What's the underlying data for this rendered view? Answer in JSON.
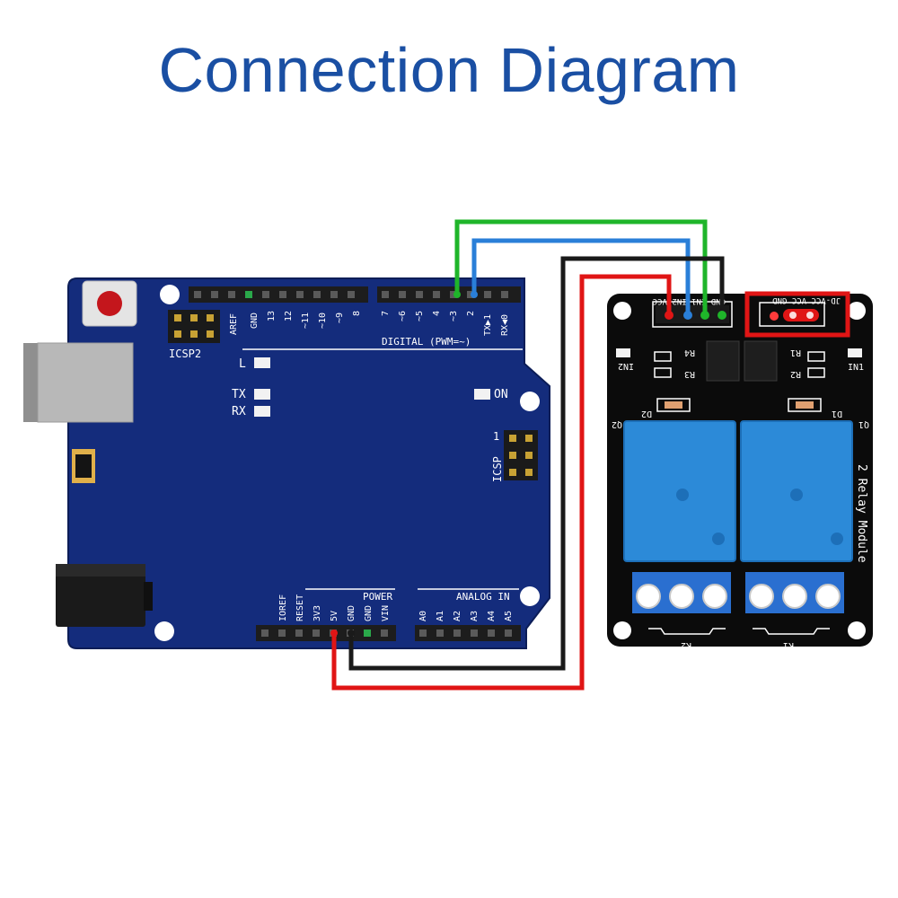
{
  "title": "Connection Diagram",
  "colors": {
    "title": "#1a4fa3",
    "arduino_board": "#142c7c",
    "relay_board": "#0b0b0b",
    "relay": "#2c8ad8",
    "terminal": "#2a6fd0",
    "wire_green": "#1fb52a",
    "wire_blue": "#2a7fd8",
    "wire_black": "#1a1a1a",
    "wire_red": "#e01515",
    "highlight": "#e01515"
  },
  "arduino": {
    "aref": "AREF",
    "gnd": "GND",
    "d13": "13",
    "d12": "12",
    "d11": "~11",
    "d10": "~10",
    "d9": "~9",
    "d8": "8",
    "d7": "7",
    "d6": "~6",
    "d5": "~5",
    "d4": "4",
    "d3": "~3",
    "d2": "2",
    "tx1": "TX▶1",
    "rx0": "RX◀0",
    "digital_label": "DIGITAL (PWM=~)",
    "icsp2": "ICSP2",
    "led_l": "L",
    "led_tx": "TX",
    "led_rx": "RX",
    "led_on": "ON",
    "icsp": "ICSP",
    "icsp_pin1": "1",
    "power_label": "POWER",
    "analog_label": "ANALOG IN",
    "ioref": "IOREF",
    "reset": "RESET",
    "v3": "3V3",
    "v5": "5V",
    "gnd1": "GND",
    "gnd2": "GND",
    "vin": "VIN",
    "a0": "A0",
    "a1": "A1",
    "a2": "A2",
    "a3": "A3",
    "a4": "A4",
    "a5": "A5"
  },
  "relay": {
    "pins": "GND IN1 IN2 VCC",
    "jd_header": "JD-VCC VCC GND",
    "in1": "IN1",
    "in2": "IN2",
    "r1": "R1",
    "r2": "R2",
    "r3": "R3",
    "r4": "R4",
    "d1": "D1",
    "d2": "D2",
    "q1": "Q1",
    "q2": "Q2",
    "k1": "K1",
    "k2": "K2",
    "module_name": "2 Relay Module"
  }
}
